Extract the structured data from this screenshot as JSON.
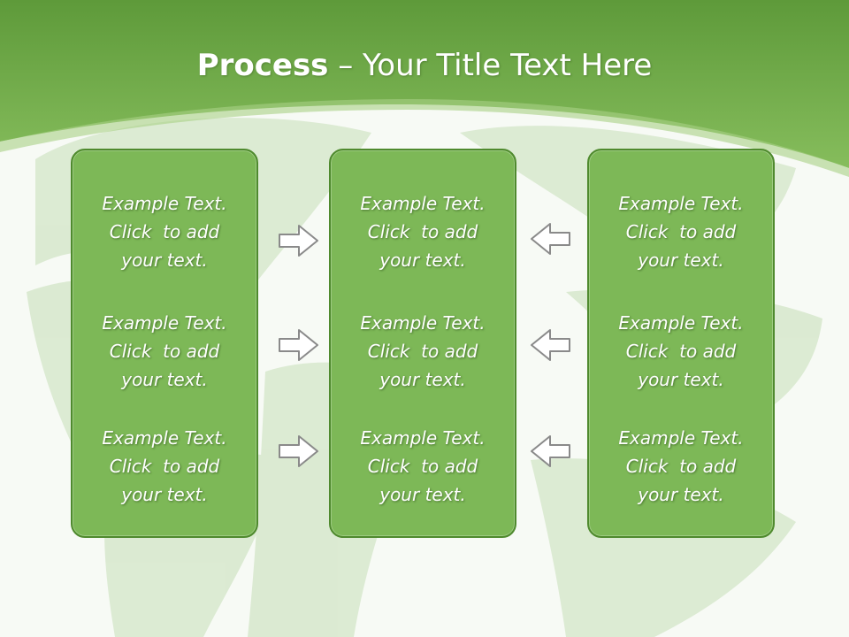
{
  "title": {
    "bold": "Process",
    "rest": " – Your Title Text Here"
  },
  "columns": [
    {
      "items": [
        {
          "line1": "Example Text.",
          "line2": "Click  to add",
          "line3": "your text."
        },
        {
          "line1": "Example Text.",
          "line2": "Click  to add",
          "line3": "your text."
        },
        {
          "line1": "Example Text.",
          "line2": "Click  to add",
          "line3": "your text."
        }
      ]
    },
    {
      "items": [
        {
          "line1": "Example Text.",
          "line2": "Click  to add",
          "line3": "your text."
        },
        {
          "line1": "Example Text.",
          "line2": "Click  to add",
          "line3": "your text."
        },
        {
          "line1": "Example Text.",
          "line2": "Click  to add",
          "line3": "your text."
        }
      ]
    },
    {
      "items": [
        {
          "line1": "Example Text.",
          "line2": "Click  to add",
          "line3": "your text."
        },
        {
          "line1": "Example Text.",
          "line2": "Click  to add",
          "line3": "your text."
        },
        {
          "line1": "Example Text.",
          "line2": "Click  to add",
          "line3": "your text."
        }
      ]
    }
  ],
  "arrows": {
    "left_to_center": "right-arrow-icon",
    "right_to_center": "left-arrow-icon"
  },
  "colors": {
    "header_green": "#78b24d",
    "box_fill": "#7db857",
    "box_border": "#4f8a2e",
    "arrow_fill": "#ffffff",
    "arrow_stroke": "#8a8a8a",
    "background": "#f7faf5"
  }
}
